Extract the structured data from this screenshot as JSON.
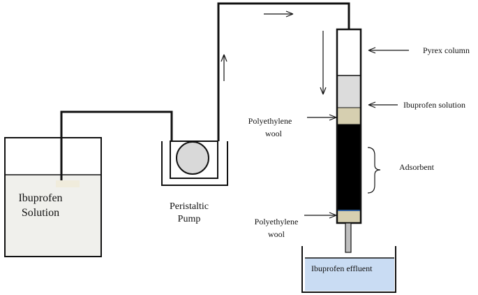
{
  "labels": {
    "reservoir_line1": "Ibuprofen",
    "reservoir_line2": "Solution",
    "pump_line1": "Peristaltic",
    "pump_line2": "Pump",
    "column": "Pyrex column",
    "solution": "Ibuprofen solution",
    "wool_top_line1": "Polyethylene",
    "wool_top_line2": "wool",
    "adsorbent": "Adsorbent",
    "wool_bottom_line1": "Polyethylene",
    "wool_bottom_line2": "wool",
    "effluent": "Ibuprofen effluent"
  },
  "colors": {
    "solution_fill": "#f0f0ec",
    "pump_rotor": "#d9d9d9",
    "column_solution": "#dcdcdc",
    "wool": "#d6cfb0",
    "adsorbent": "#000000",
    "effluent_fill": "#c9dcf3",
    "column_bottom_border": "#2a5a9a"
  }
}
